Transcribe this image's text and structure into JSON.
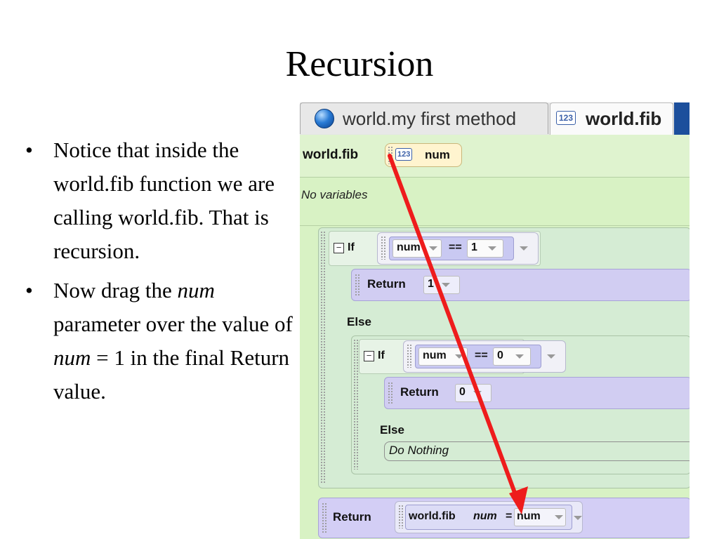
{
  "slide": {
    "title": "Recursion",
    "bullets": [
      {
        "dot": "•",
        "text": "Notice that inside the world.fib function we are calling world.fib. That is recursion."
      },
      {
        "dot": "•",
        "pre": "Now drag the ",
        "em1": "num",
        "mid": " parameter over the value of ",
        "em2": "num",
        "post": " = 1 in the final Return value."
      }
    ]
  },
  "editor": {
    "tabs": [
      {
        "label": "world.my first method",
        "icon": "blue-ball-icon"
      },
      {
        "label": "world.fib",
        "icon": "number-type-icon",
        "badge": "123"
      }
    ],
    "function_name": "world.fib",
    "param": {
      "badge": "123",
      "name": "num"
    },
    "no_variables": "No variables",
    "outer_if": {
      "keyword": "If",
      "cond_var": "num",
      "cond_op": "==",
      "cond_val": "1",
      "return_label": "Return",
      "return_val": "1",
      "else_label": "Else"
    },
    "inner_if": {
      "keyword": "If",
      "cond_var": "num",
      "cond_op": "==",
      "cond_val": "0",
      "return_label": "Return",
      "return_val": "0",
      "else_label": "Else",
      "do_nothing": "Do Nothing"
    },
    "final_return": {
      "label": "Return",
      "call": "world.fib",
      "arg_name": "num",
      "eq": "=",
      "arg_val": "num"
    },
    "arrow_color": "#ee1c1c"
  }
}
